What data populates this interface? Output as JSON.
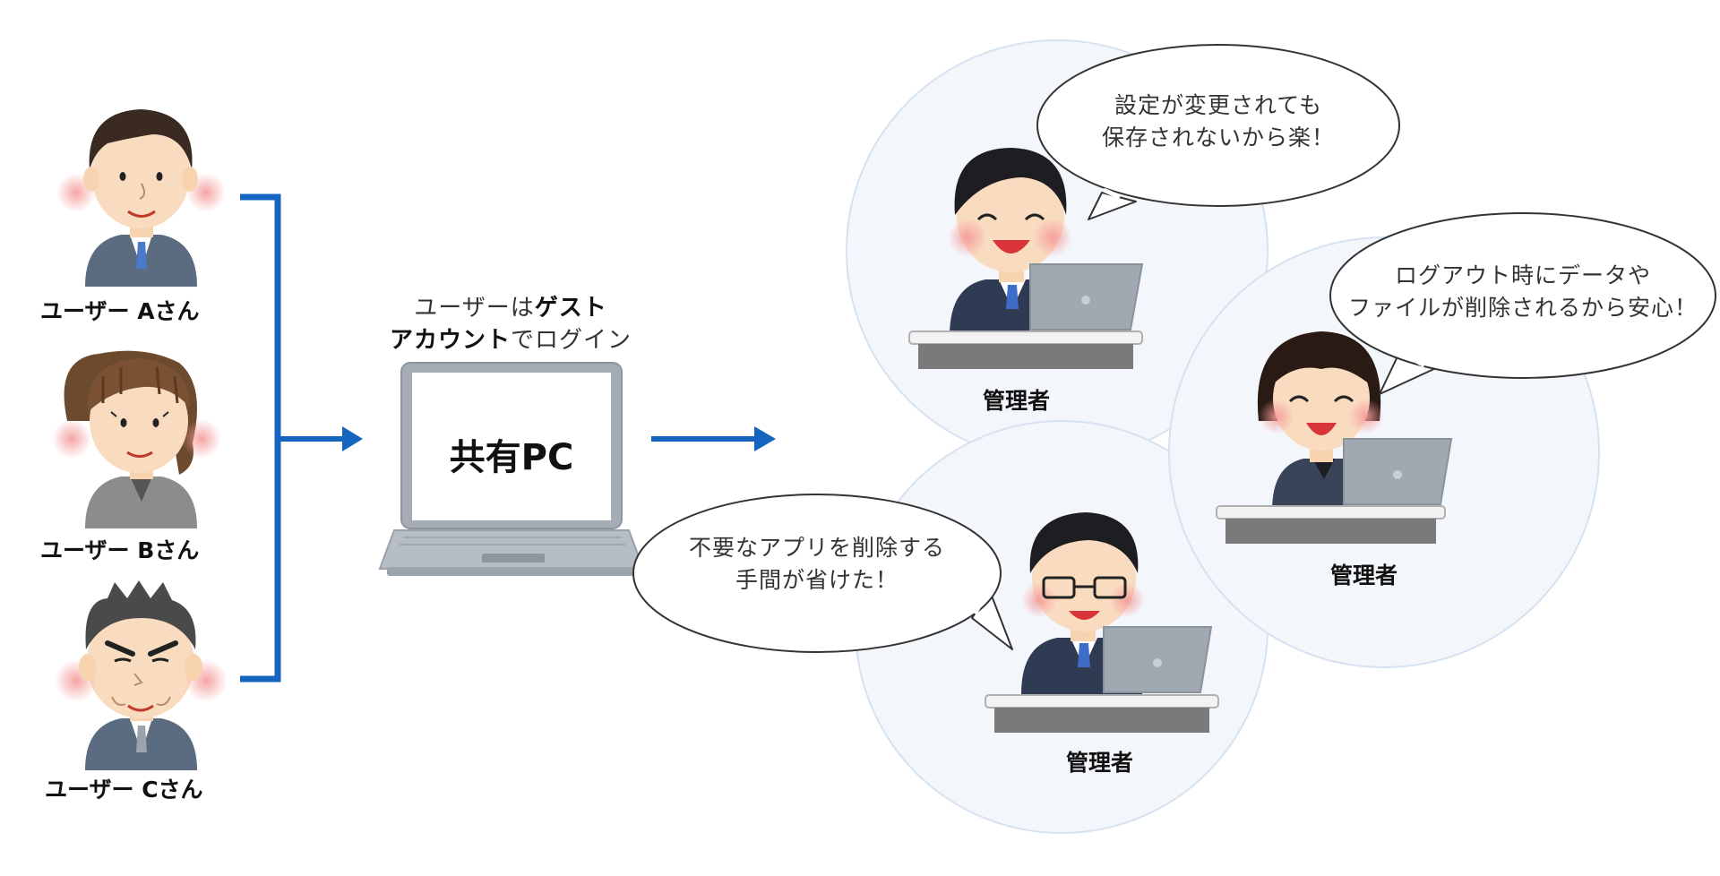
{
  "users": [
    {
      "label": "ユーザー Aさん"
    },
    {
      "label": "ユーザー Bさん"
    },
    {
      "label": "ユーザー Cさん"
    }
  ],
  "caption": {
    "line1_normal": "ユーザーは",
    "line1_bold": "ゲスト",
    "line2_bold": "アカウント",
    "line2_normal": "でログイン"
  },
  "shared_pc": {
    "screen_label": "共有PC"
  },
  "admins": [
    {
      "label": "管理者",
      "bubble_line1": "設定が変更されても",
      "bubble_line2": "保存されないから楽！"
    },
    {
      "label": "管理者",
      "bubble_line1": "ログアウト時にデータや",
      "bubble_line2": "ファイルが削除されるから安心！"
    },
    {
      "label": "管理者",
      "bubble_line1": "不要なアプリを削除する",
      "bubble_line2": "手間が省けた！"
    }
  ],
  "colors": {
    "arrow": "#1565C0",
    "circle_fill": "#F3F7FC",
    "circle_stroke": "#D6E2F0"
  }
}
